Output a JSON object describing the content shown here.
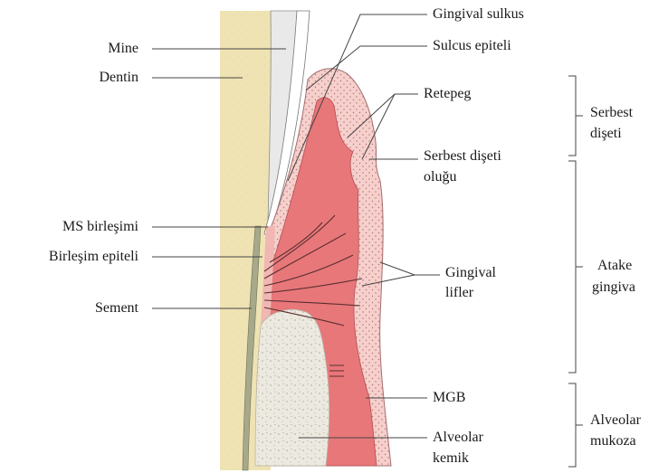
{
  "labels": {
    "gingival_sulkus": "Gingival sulkus",
    "mine": "Mine",
    "sulcus_epiteli": "Sulcus epiteli",
    "dentin": "Dentin",
    "retepeg": "Retepeg",
    "serbest_diseti_olugu_1": "Serbest dişeti",
    "serbest_diseti_olugu_2": "oluğu",
    "ms_birlesimi": "MS birleşimi",
    "birlesim_epiteli": "Birleşim epiteli",
    "gingival_lifler_1": "Gingival",
    "gingival_lifler_2": "lifler",
    "sement": "Sement",
    "mgb": "MGB",
    "alveolar_kemik_1": "Alveolar",
    "alveolar_kemik_2": "kemik"
  },
  "regions": {
    "serbest_1": "Serbest",
    "serbest_2": "dişeti",
    "atake_1": "Atake",
    "atake_2": "gingiva",
    "alveolar_1": "Alveolar",
    "alveolar_2": "mukoza"
  },
  "colors": {
    "dentin": "#efe3b4",
    "enamel": "#e9e9e9",
    "gingiva_outer": "#f5d0cc",
    "connective": "#e8777a",
    "bone": "#ece9e0",
    "leader": "#444444"
  }
}
